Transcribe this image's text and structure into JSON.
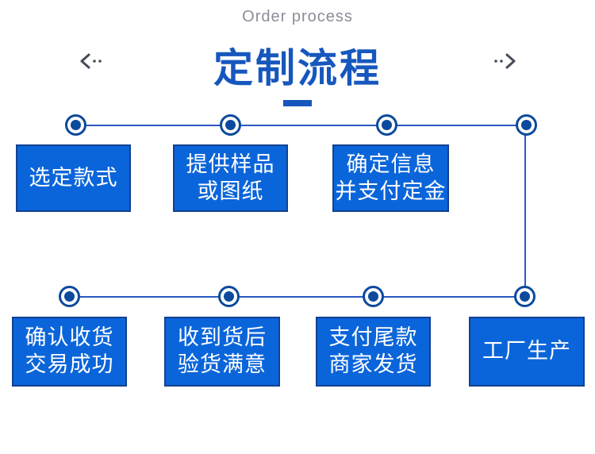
{
  "header": {
    "subtitle": "Order process",
    "title": "定制流程"
  },
  "icons": {
    "left_arrow": "prev-chevron-with-dots",
    "right_arrow": "next-chevron-with-dots"
  },
  "colors": {
    "title_blue": "#1657bd",
    "subtitle_gray": "#8b8e98",
    "box_fill": "#0b65da",
    "box_border": "#12418f",
    "node_navy": "#0b4a9c",
    "connector_blue": "#2b59c3",
    "arrow_gray": "#474c59",
    "box_text": "#ffffff"
  },
  "flow": {
    "top_row": [
      {
        "lines": [
          "选定款式"
        ]
      },
      {
        "lines": [
          "提供样品",
          "或图纸"
        ]
      },
      {
        "lines": [
          "确定信息",
          "并支付定金"
        ]
      }
    ],
    "bottom_row": [
      {
        "lines": [
          "确认收货",
          "交易成功"
        ]
      },
      {
        "lines": [
          "收到货后",
          "验货满意"
        ]
      },
      {
        "lines": [
          "支付尾款",
          "商家发货"
        ]
      },
      {
        "lines": [
          "工厂生产"
        ]
      }
    ]
  }
}
